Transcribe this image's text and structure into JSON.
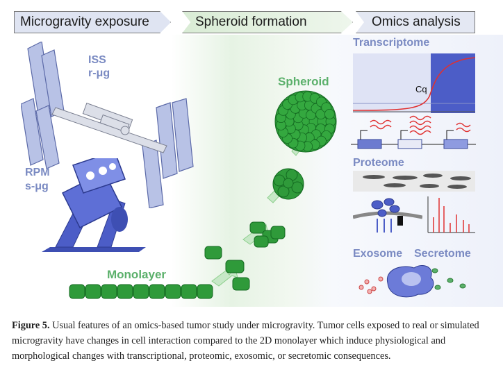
{
  "steps": {
    "exposure": "Microgravity exposure",
    "formation": "Spheroid formation",
    "omics": "Omics analysis"
  },
  "labels": {
    "iss_line1": "ISS",
    "iss_line2": "r-μg",
    "rpm_line1": "RPM",
    "rpm_line2": "s-μg",
    "monolayer": "Monolayer",
    "spheroid": "Spheroid",
    "transcriptome": "Transcriptome",
    "cq": "Cq",
    "proteome": "Proteome",
    "exosome": "Exosome",
    "secretome": "Secretome"
  },
  "caption": {
    "figure_label": "Figure 5.",
    "text": "Usual features of an omics-based tumor study under microgravity. Tumor cells exposed to real or simulated microgravity have changes in cell interaction compared to the 2D monolayer which induce physiological and morphological changes with transcriptional, proteomic, exosomic, or secretomic consequences."
  },
  "colors": {
    "arrow_blue": "#dfe4f2",
    "arrow_green": "#d9ecd5",
    "label_blue": "#7a8ac2",
    "label_green": "#5bb06b",
    "cell_green": "#2f9a3a",
    "curve_red": "#e03030"
  }
}
